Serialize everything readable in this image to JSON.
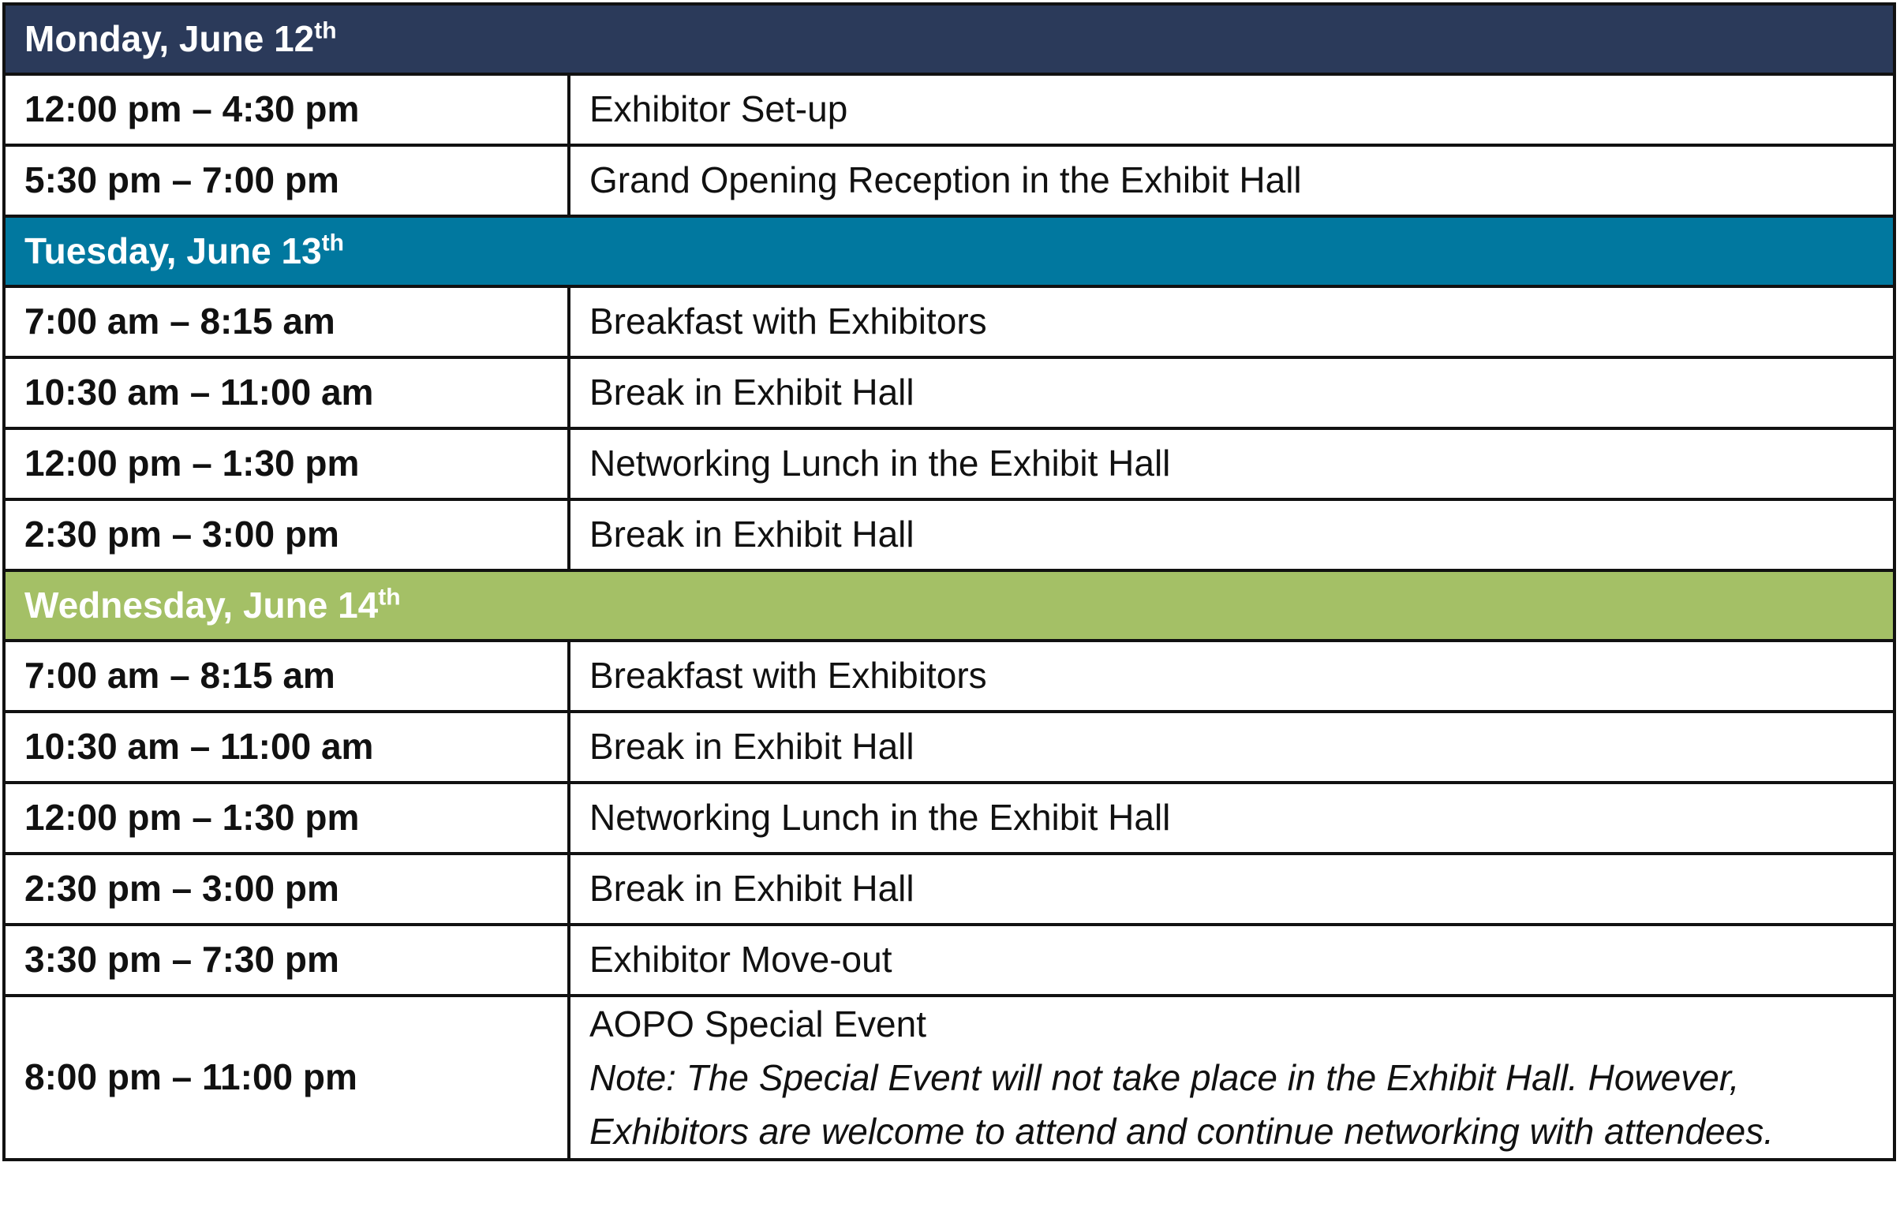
{
  "days": [
    {
      "name": "Monday, June 12",
      "suffix": "th",
      "color": "#2b3a5a",
      "items": [
        {
          "time": "12:00 pm – 4:30 pm",
          "event": "Exhibitor Set-up"
        },
        {
          "time": "5:30 pm – 7:00 pm",
          "event": "Grand Opening Reception in the Exhibit Hall"
        }
      ]
    },
    {
      "name": "Tuesday, June 13",
      "suffix": "th",
      "color": "#01789f",
      "items": [
        {
          "time": "7:00 am – 8:15 am",
          "event": "Breakfast with Exhibitors"
        },
        {
          "time": "10:30 am – 11:00 am",
          "event": "Break in Exhibit Hall"
        },
        {
          "time": "12:00 pm – 1:30 pm",
          "event": "Networking Lunch in the Exhibit Hall"
        },
        {
          "time": "2:30 pm – 3:00 pm",
          "event": "Break in Exhibit Hall"
        }
      ]
    },
    {
      "name": "Wednesday, June 14",
      "suffix": "th",
      "color": "#a4c066",
      "items": [
        {
          "time": "7:00 am – 8:15 am",
          "event": "Breakfast with Exhibitors"
        },
        {
          "time": "10:30 am – 11:00 am",
          "event": "Break in Exhibit Hall"
        },
        {
          "time": "12:00 pm – 1:30 pm",
          "event": "Networking Lunch in the Exhibit Hall"
        },
        {
          "time": "2:30 pm – 3:00 pm",
          "event": "Break in Exhibit Hall"
        },
        {
          "time": "3:30 pm – 7:30 pm",
          "event": "Exhibitor Move-out"
        },
        {
          "time": "8:00 pm – 11:00 pm",
          "event": "AOPO Special Event",
          "note_line1": "Note: The Special Event will not take place in the Exhibit Hall. However,",
          "note_line2": "Exhibitors are welcome to attend and continue networking with attendees."
        }
      ]
    }
  ]
}
